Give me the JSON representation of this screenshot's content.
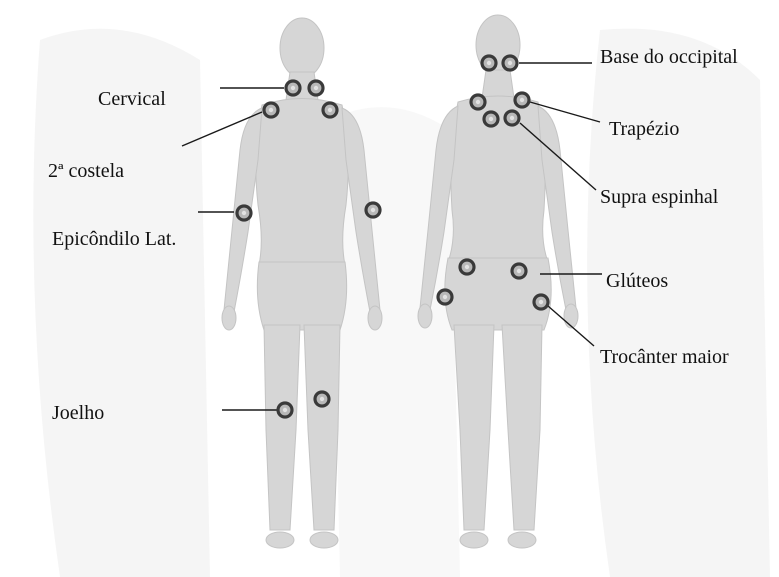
{
  "colors": {
    "background": "#ffffff",
    "backdrop_shape": "#ececec",
    "body_fill": "#d6d6d6",
    "body_shade": "#c4c4c4",
    "marker_ring": "#3a3a3a",
    "marker_center": "#b8b8b8",
    "leader_line": "#1a1a1a",
    "label_text": "#111111"
  },
  "figures": {
    "front": "front-figure",
    "back": "back-figure"
  },
  "labels": {
    "cervical": "Cervical",
    "costela": "2ª costela",
    "epicondilo": "Epicôndilo Lat.",
    "joelho": "Joelho",
    "occipital": "Base do occipital",
    "trapezio": "Trapézio",
    "supra": "Supra espinhal",
    "gluteos": "Glúteos",
    "trocanter": "Trocânter maior"
  }
}
